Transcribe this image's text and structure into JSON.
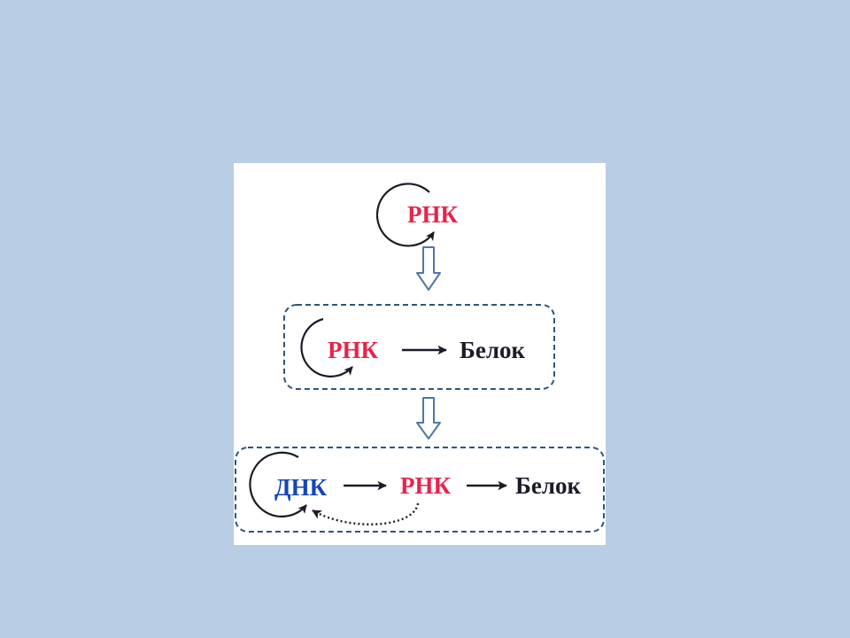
{
  "stages": [
    {
      "rna_label": "РНК"
    },
    {
      "rna_label": "РНК",
      "protein_label": "Белок"
    },
    {
      "dna_label": "ДНК",
      "rna_label": "РНК",
      "protein_label": "Белок"
    }
  ],
  "colors": {
    "background": "#b9cde4",
    "panel": "#ffffff",
    "rna": "#e8234a",
    "dna": "#1346b8",
    "protein": "#1c1c28",
    "arrow_line": "#1c1c28",
    "frame_dash": "#2e5679",
    "transition_arrow": "#4f77a6"
  }
}
